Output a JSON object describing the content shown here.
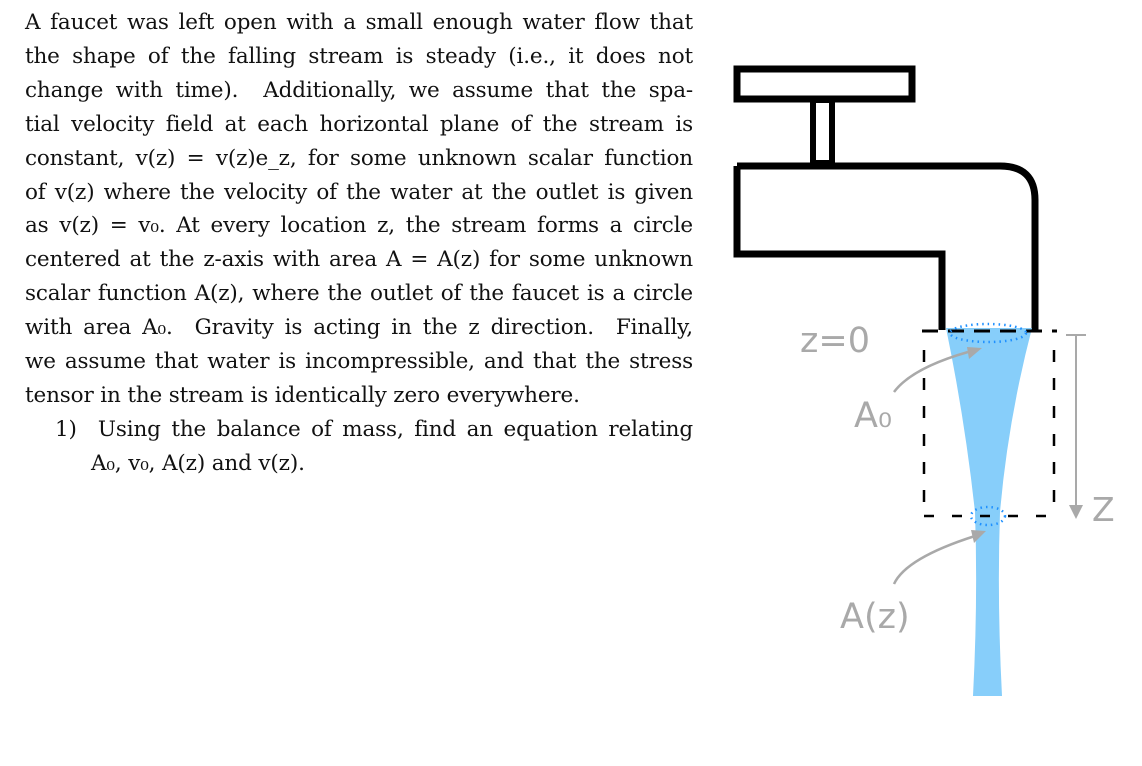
{
  "problem": {
    "paragraph_lines": [
      "A faucet was left open with a small enough water flow that",
      "the shape of the falling stream is steady (i.e., it does not",
      "change with time).  Additionally, we assume that the spa-",
      "tial velocity field at each horizontal plane of the stream is",
      "constant, v(z) = v(z)e_z, for some unknown scalar function",
      "of v(z) where the velocity of the water at the outlet is given",
      "as v(z) = v₀. At every location z, the stream forms a circle",
      "centered at the z-axis with area A = A(z) for some unknown",
      "scalar function A(z), where the outlet of the faucet is a circle",
      "with area A₀.  Gravity is acting in the z direction.  Finally,",
      "we assume that water is incompressible, and that the stress",
      "tensor in the stream is identically zero everywhere."
    ],
    "question_lines": [
      "1)  Using the balance of mass, find an equation relating",
      "A₀, v₀, A(z) and v(z)."
    ]
  },
  "figure": {
    "label_z0": "z=0",
    "label_a0": "A₀",
    "label_az": "A(z)",
    "label_z_axis": "Z",
    "colors": {
      "water": "#87cefa",
      "outline": "#000000",
      "annotation": "#a9a9a9",
      "dots": "#1e90ff"
    }
  }
}
